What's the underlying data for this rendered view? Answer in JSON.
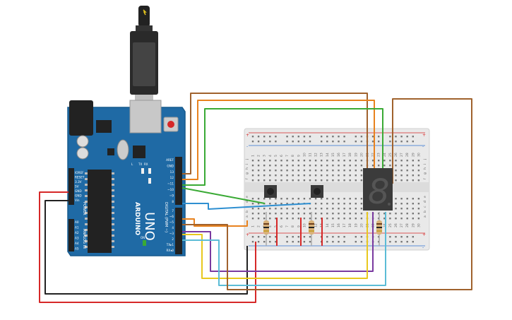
{
  "arduino": {
    "brand": "ARDUINO",
    "model": "UNO",
    "power_header_labels": [
      "IOREF",
      "RESET",
      "3.3V",
      "5V",
      "GND",
      "GND",
      "Vin"
    ],
    "power_title": "POWER",
    "analog_labels": [
      "A0",
      "A1",
      "A2",
      "A3",
      "A4",
      "A5"
    ],
    "analog_title": "ANALOG IN",
    "digital_top_labels": [
      "AREF",
      "GND",
      "13",
      "12",
      "~11",
      "~10",
      "~9",
      "8"
    ],
    "digital_bottom_labels": [
      "7",
      "~6",
      "~5",
      "4",
      "~3",
      "2",
      "TX▸1",
      "RX◂0"
    ],
    "digital_title": "DIGITAL (PWM ~)",
    "led_labels": [
      "L",
      "TX",
      "RX"
    ],
    "on_label": "ON"
  },
  "breadboard": {
    "column_numbers": [
      "1",
      "2",
      "3",
      "4",
      "5",
      "6",
      "7",
      "8",
      "9",
      "10",
      "11",
      "12",
      "13",
      "14",
      "15",
      "16",
      "17",
      "18",
      "19",
      "20",
      "21",
      "22",
      "23",
      "24",
      "25",
      "26",
      "27",
      "28",
      "29",
      "30"
    ],
    "rows_top": [
      "j",
      "i",
      "h",
      "g",
      "f"
    ],
    "rows_bottom": [
      "e",
      "d",
      "c",
      "b",
      "a"
    ],
    "rail_plus": "+",
    "rail_minus": "-"
  },
  "display": {
    "digit": "8"
  },
  "colors": {
    "board": "#1f6aa5",
    "board_dark": "#18578a",
    "wire_red": "#d62828",
    "wire_black": "#222222",
    "wire_orange": "#e8821e",
    "wire_brown": "#a0622d",
    "wire_green": "#3aaa35",
    "wire_blue": "#2e8fd1",
    "wire_purple": "#7a3aa0",
    "wire_yellow": "#e8c81e",
    "wire_cyan": "#5bbcd6",
    "breadboard": "#e9e9e9",
    "display_body": "#3b3b3b",
    "display_segment_off": "#555555"
  }
}
